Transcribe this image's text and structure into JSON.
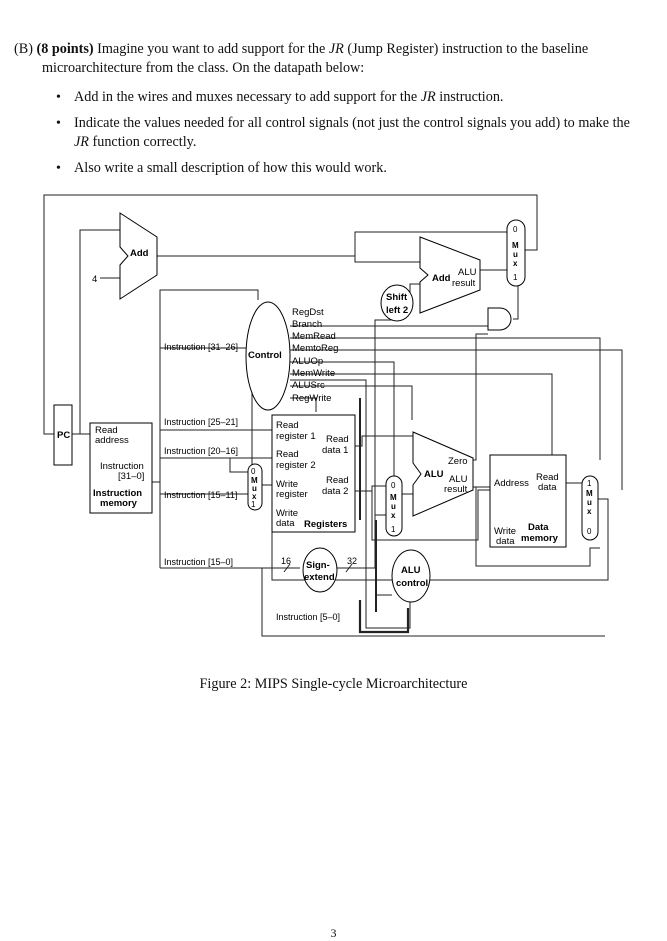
{
  "question": {
    "label": "(B)",
    "points": "(8 points)",
    "intro_a": "Imagine you want to add support for the ",
    "intro_instr": "JR",
    "intro_b": " (Jump Register) instruction to the baseline",
    "intro_line2": "microarchitecture from the class. On the datapath below:"
  },
  "bullets": {
    "b1_a": "Add in the wires and muxes necessary to add support for the ",
    "b1_instr": "JR",
    "b1_b": " instruction.",
    "b2_a": "Indicate the values needed for all control signals (not just the control signals you add) to make the ",
    "b2_instr": "JR",
    "b2_b": " function correctly.",
    "b3": "Also write a small description of how this would work."
  },
  "diagram": {
    "add": "Add",
    "four": "4",
    "pc": "PC",
    "read_address": [
      "Read",
      "address"
    ],
    "instruction_31_0": [
      "Instruction",
      "[31–0]"
    ],
    "instruction_memory": [
      "Instruction",
      "memory"
    ],
    "control": "Control",
    "instr_31_26": "Instruction [31–26]",
    "instr_25_21": "Instruction [25–21]",
    "instr_20_16": "Instruction [20–16]",
    "instr_15_11": "Instruction [15–11]",
    "instr_15_0": "Instruction [15–0]",
    "instr_5_0": "Instruction [5–0]",
    "control_signals": [
      "RegDst",
      "Branch",
      "MemRead",
      "MemtoReg",
      "ALUOp",
      "MemWrite",
      "ALUSrc",
      "RegWrite"
    ],
    "read_register_1": [
      "Read",
      "register 1"
    ],
    "read_register_2": [
      "Read",
      "register 2"
    ],
    "write_register": [
      "Write",
      "register"
    ],
    "write_data": [
      "Write",
      "data"
    ],
    "registers": "Registers",
    "read_data_1": [
      "Read",
      "data 1"
    ],
    "read_data_2": [
      "Read",
      "data 2"
    ],
    "shift_left_2": [
      "Shift",
      "left 2"
    ],
    "add_alu_result": "Add",
    "alu_result_top": [
      "ALU",
      "result"
    ],
    "alu": "ALU",
    "zero": "Zero",
    "alu_result": [
      "ALU",
      "result"
    ],
    "sign_extend": [
      "Sign-",
      "extend"
    ],
    "sixteen": "16",
    "thirtytwo": "32",
    "alu_control": [
      "ALU",
      "control"
    ],
    "address": "Address",
    "read_data": [
      "Read",
      "data"
    ],
    "dm_write_data": [
      "Write",
      "data"
    ],
    "data_memory": [
      "Data",
      "memory"
    ],
    "mux": [
      "M",
      "u",
      "x"
    ],
    "mux_zero": "0",
    "mux_one": "1"
  },
  "caption": "Figure 2: MIPS Single-cycle Microarchitecture",
  "page_number": "3"
}
